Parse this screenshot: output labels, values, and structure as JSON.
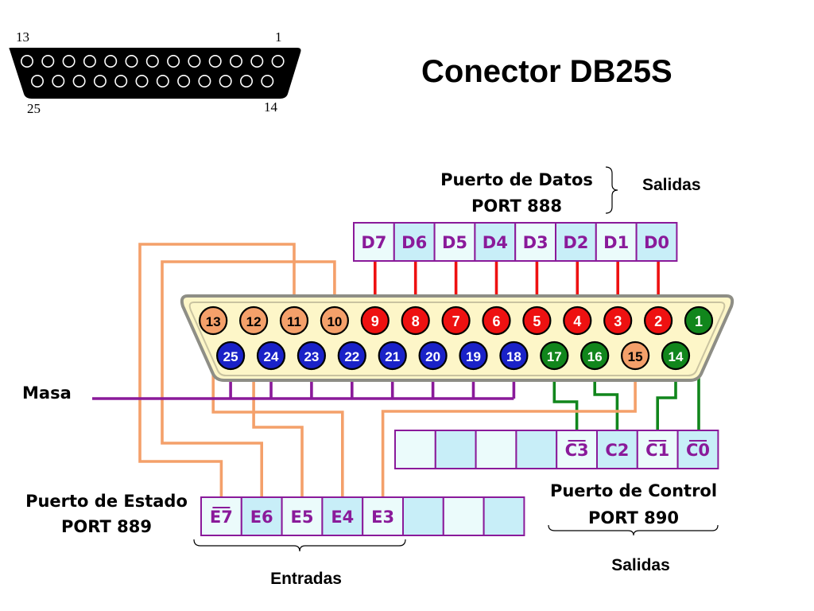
{
  "title": "Conector DB25S",
  "mini_connector": {
    "label_top_left": "13",
    "label_top_right": "1",
    "label_bottom_left": "25",
    "label_bottom_right": "14"
  },
  "colors": {
    "data_pin": "#ee1111",
    "status_pin": "#f4a06a",
    "ground_pin": "#1a22c8",
    "control_pin": "#11861c",
    "register_text": "#8a1a9a",
    "register_border": "#8a1a9a",
    "ground_wire": "#8a1a9a",
    "connector_shell": "#fdf6c8"
  },
  "data_port": {
    "title_line1": "Puerto de Datos",
    "title_line2": "PORT 888",
    "direction": "Salidas",
    "bits": [
      "D7",
      "D6",
      "D5",
      "D4",
      "D3",
      "D2",
      "D1",
      "D0"
    ]
  },
  "status_port": {
    "title_line1": "Puerto de Estado",
    "title_line2": "PORT 889",
    "direction": "Entradas",
    "bits": [
      "E7",
      "E6",
      "E5",
      "E4",
      "E3",
      "",
      "",
      ""
    ]
  },
  "control_port": {
    "title_line1": "Puerto de Control",
    "title_line2": "PORT 890",
    "direction": "Salidas",
    "bits": [
      "",
      "",
      "",
      "",
      "C3",
      "C2",
      "C1",
      "C0"
    ]
  },
  "ground_label": "Masa",
  "pins_top": [
    {
      "n": "13",
      "kind": "status"
    },
    {
      "n": "12",
      "kind": "status"
    },
    {
      "n": "11",
      "kind": "status"
    },
    {
      "n": "10",
      "kind": "status"
    },
    {
      "n": "9",
      "kind": "data"
    },
    {
      "n": "8",
      "kind": "data"
    },
    {
      "n": "7",
      "kind": "data"
    },
    {
      "n": "6",
      "kind": "data"
    },
    {
      "n": "5",
      "kind": "data"
    },
    {
      "n": "4",
      "kind": "data"
    },
    {
      "n": "3",
      "kind": "data"
    },
    {
      "n": "2",
      "kind": "data"
    },
    {
      "n": "1",
      "kind": "control"
    }
  ],
  "pins_bottom": [
    {
      "n": "25",
      "kind": "ground"
    },
    {
      "n": "24",
      "kind": "ground"
    },
    {
      "n": "23",
      "kind": "ground"
    },
    {
      "n": "22",
      "kind": "ground"
    },
    {
      "n": "21",
      "kind": "ground"
    },
    {
      "n": "20",
      "kind": "ground"
    },
    {
      "n": "19",
      "kind": "ground"
    },
    {
      "n": "18",
      "kind": "ground"
    },
    {
      "n": "17",
      "kind": "control"
    },
    {
      "n": "16",
      "kind": "control"
    },
    {
      "n": "15",
      "kind": "status"
    },
    {
      "n": "14",
      "kind": "control"
    }
  ]
}
